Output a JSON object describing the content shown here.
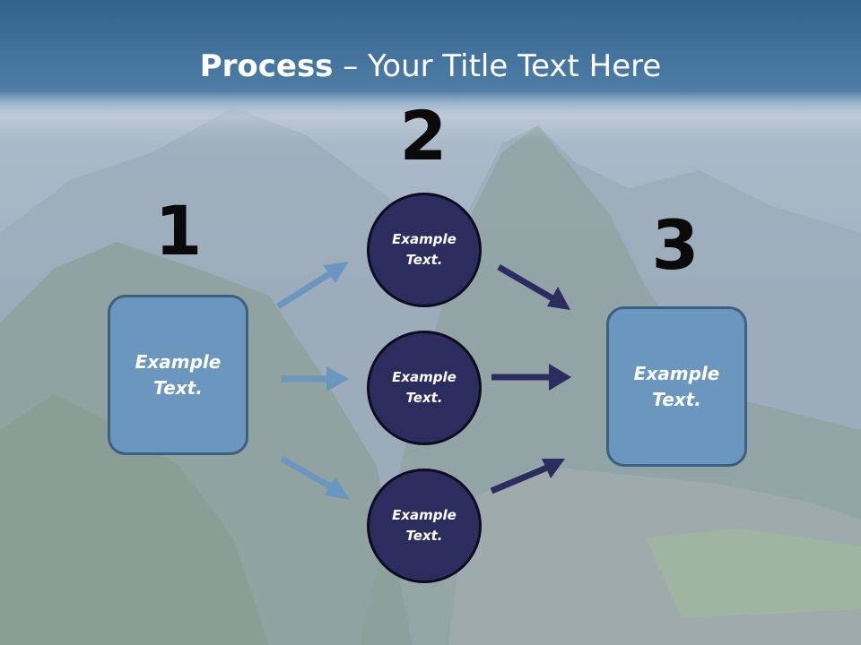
{
  "slide": {
    "title_bold": "Process",
    "title_rest": " – Your Title Text Here",
    "colors": {
      "header": "#3f6c96",
      "box_fill": "#6b97bf",
      "circle_fill": "#2d2c5f",
      "arrow_light": "#6b97bf",
      "arrow_dark": "#2d2c5f"
    }
  },
  "steps": {
    "number_1": "1",
    "number_2": "2",
    "number_3": "3"
  },
  "nodes": {
    "left_box": "Example Text.",
    "circle_top": "Example Text.",
    "circle_middle": "Example Text.",
    "circle_bottom": "Example Text.",
    "right_box": "Example Text."
  }
}
